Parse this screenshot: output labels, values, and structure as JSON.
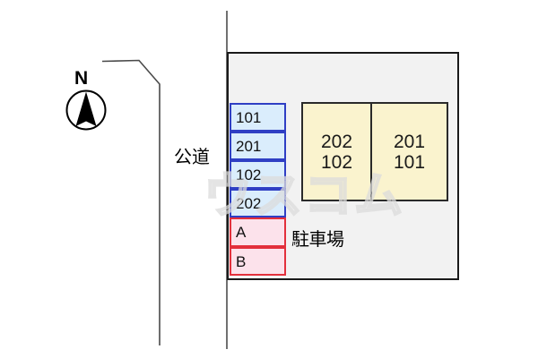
{
  "compass": {
    "label": "N"
  },
  "labels": {
    "road": "公道",
    "parking": "駐車場"
  },
  "unit_cells": [
    {
      "label": "101",
      "type": "blue"
    },
    {
      "label": "201",
      "type": "blue"
    },
    {
      "label": "102",
      "type": "blue"
    },
    {
      "label": "202",
      "type": "blue"
    },
    {
      "label": "A",
      "type": "pink"
    },
    {
      "label": "B",
      "type": "pink"
    }
  ],
  "building": {
    "left_unit": {
      "line1": "202",
      "line2": "102"
    },
    "right_unit": {
      "line1": "201",
      "line2": "101"
    }
  },
  "watermark": "ウスコム",
  "colors": {
    "parcel_fill": "#F2F2F2",
    "yellow_fill": "#FAF3CE",
    "blue_fill": "#DAEDFC",
    "blue_border": "#2F3FC4",
    "pink_fill": "#FCE2EB",
    "pink_border": "#E3303C"
  }
}
